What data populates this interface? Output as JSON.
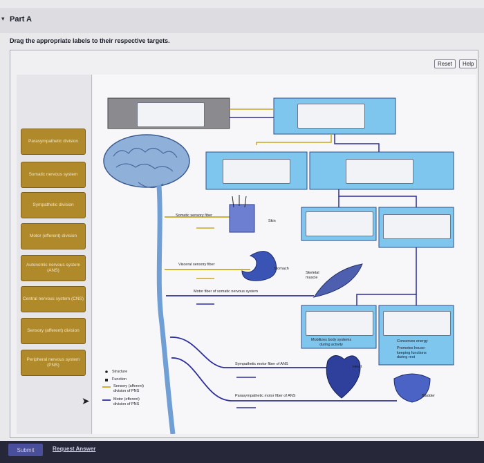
{
  "header": {
    "part_title": "Part A",
    "instruction": "Drag the appropriate labels to their respective targets."
  },
  "toolbar": {
    "reset_label": "Reset",
    "help_label": "Help"
  },
  "labels": [
    "Parasympathetic division",
    "Somatic nervous system",
    "Sympathetic division",
    "Motor (efferent) division",
    "Autonomic nervous system (ANS)",
    "Central nervous system (CNS)",
    "Sensory (afferent) division",
    "Peripheral nervous system (PNS)"
  ],
  "diagram": {
    "somatic_sensory_fiber": "Somatic sensory fiber",
    "skin": "Skin",
    "visceral_sensory_fiber": "Visceral sensory fiber",
    "stomach": "Stomach",
    "skeletal_muscle": "Skeletal\nmuscle",
    "motor_fiber_somatic": "Motor fiber of somatic nervous system",
    "mobilizes": "Mobilizes body systems\nduring activity",
    "conserves": "Conserves energy",
    "promotes": "Promotes house-\nkeeping functions\nduring rest",
    "sympathetic_motor": "Sympathetic motor fiber of ANS",
    "heart": "Heart",
    "parasympathetic_motor": "Parasympathetic motor fiber of ANS",
    "bladder": "Bladder"
  },
  "legend": {
    "structure": "Structure",
    "function": "Function",
    "sensory": "Sensory (afferent)\ndivision of PNS",
    "motor": "Motor (efferent)\ndivision of PNS"
  },
  "footer": {
    "submit_label": "Submit",
    "request_answer": "Request Answer"
  },
  "colors": {
    "tile_gold": "#b0892a",
    "box_blue": "#7fc6ef",
    "fiber_yellow": "#c9a722",
    "fiber_navy": "#2b2d9a"
  }
}
